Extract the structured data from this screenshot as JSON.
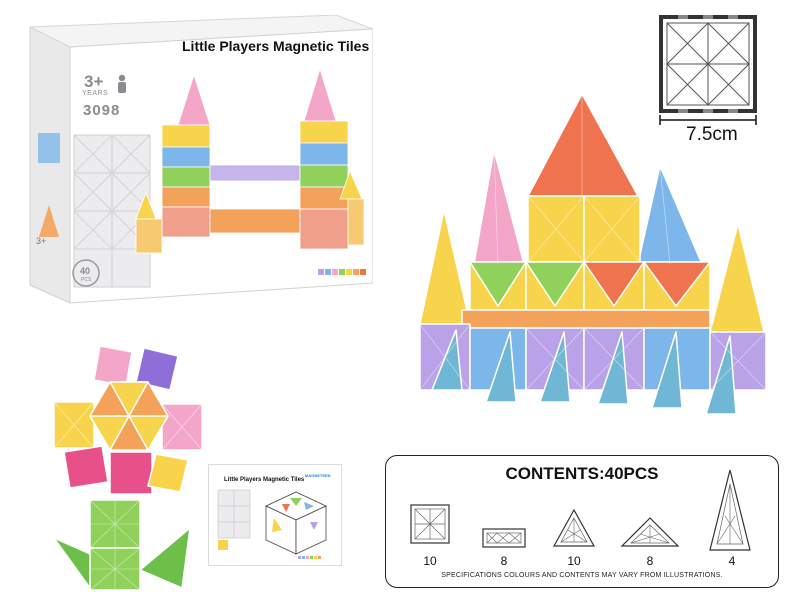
{
  "box": {
    "title": "Little Players Magnetic Tiles",
    "age": "3+",
    "age_unit": "YEARS",
    "item_number": "3098",
    "piece_badge": "40",
    "piece_badge_unit": "PCS",
    "side_age": "3+"
  },
  "tile_dimension": {
    "label": "7.5cm"
  },
  "mini_box": {
    "title": "Little Players Magnetic Tiles",
    "brand": "MAGNETEEN"
  },
  "contents": {
    "title": "CONTENTS:40PCS",
    "items": [
      {
        "shape": "square",
        "count": "10"
      },
      {
        "shape": "rectangle",
        "count": "8"
      },
      {
        "shape": "equilateral-triangle",
        "count": "10"
      },
      {
        "shape": "right-isosceles-triangle",
        "count": "8"
      },
      {
        "shape": "isosceles-triangle",
        "count": "4"
      }
    ],
    "disclaimer": "SPECIFICATIONS COLOURS AND CONTENTS MAY VARY FROM ILLUSTRATIONS."
  },
  "colors": {
    "red": "#f0734f",
    "orange": "#f4a259",
    "yellow": "#f7d44c",
    "green": "#8fd15a",
    "blue": "#7db6ea",
    "purple": "#b9a2e8",
    "pink": "#f3a6c8",
    "violet": "#8e6fd8",
    "magenta": "#e8508a",
    "teal": "#6fb7d4"
  }
}
